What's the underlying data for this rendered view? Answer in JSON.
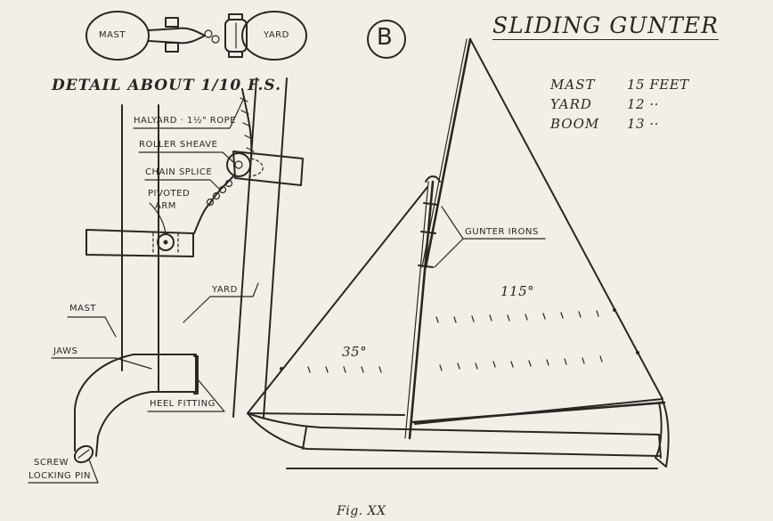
{
  "title": "SLIDING GUNTER",
  "figure_letter": "B",
  "detail_caption": "DETAIL ABOUT 1/10 F.S.",
  "detail_thumb": {
    "left_label": "MAST",
    "right_label": "YARD"
  },
  "dimensions": [
    {
      "name": "MAST",
      "value": "15 FEET"
    },
    {
      "name": "YARD",
      "value": "12 ··"
    },
    {
      "name": "BOOM",
      "value": "13 ··"
    }
  ],
  "callouts": {
    "halyard": "HALYARD · 1½\" ROPE",
    "roller_sheave": "ROLLER SHEAVE",
    "chain_splice": "CHAIN SPLICE",
    "pivoted_arm_1": "PIVOTED",
    "pivoted_arm_2": "ARM",
    "mast": "MAST",
    "yard": "YARD",
    "jaws": "JAWS",
    "heel_fitting": "HEEL FITTING",
    "screw_1": "SCREW",
    "screw_2": "LOCKING PIN",
    "gunter_irons": "GUNTER IRONS"
  },
  "sail_areas": {
    "mainsail": "115°",
    "jib": "35°"
  },
  "figure_caption": "Fig. XX"
}
